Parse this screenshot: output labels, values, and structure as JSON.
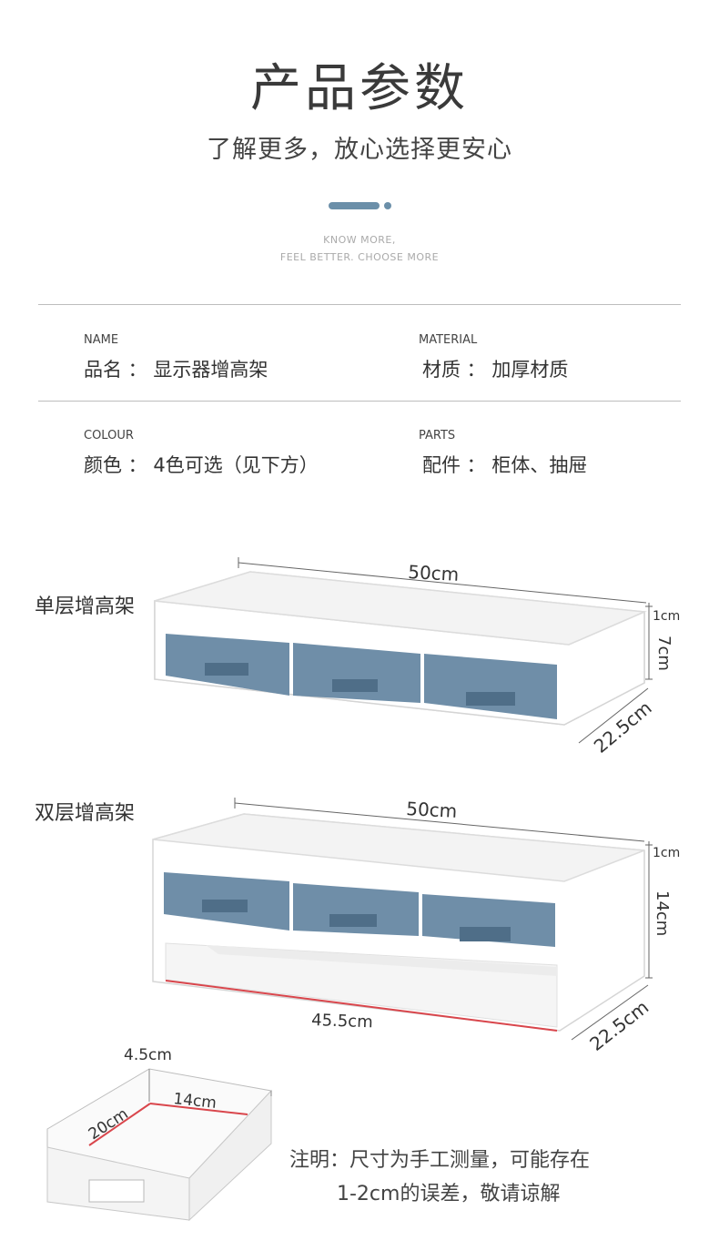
{
  "header": {
    "title": "产品参数",
    "subtitle": "了解更多，放心选择更安心",
    "en_line1": "KNOW MORE,",
    "en_line2": "FEEL BETTER. CHOOSE MORE"
  },
  "specs": [
    {
      "label": "NAME",
      "value": "品名 ： 显示器增高架"
    },
    {
      "label": "MATERIAL",
      "value": "材质 ： 加厚材质"
    },
    {
      "label": "COLOUR",
      "value": "颜色 ： 4色可选（见下方）"
    },
    {
      "label": "PARTS",
      "value": "配件 ： 柜体、抽屉"
    }
  ],
  "single": {
    "name": "单层增高架",
    "width": "50cm",
    "top": "1cm",
    "height": "7cm",
    "depth": "22.5cm"
  },
  "double": {
    "name": "双层增高架",
    "width": "50cm",
    "top": "1cm",
    "height": "14cm",
    "inner_width": "45.5cm",
    "depth": "22.5cm"
  },
  "drawer": {
    "height": "4.5cm",
    "depth": "20cm",
    "width": "14cm"
  },
  "note": {
    "line1": "注明：尺寸为手工测量，可能存在",
    "line2": "1-2cm的误差，敬请谅解"
  },
  "colors": {
    "accent": "#6b8fa9",
    "drawer_blue": "#6f8ea8",
    "drawer_dark": "#4f6e88",
    "red_line": "#d9464c"
  }
}
